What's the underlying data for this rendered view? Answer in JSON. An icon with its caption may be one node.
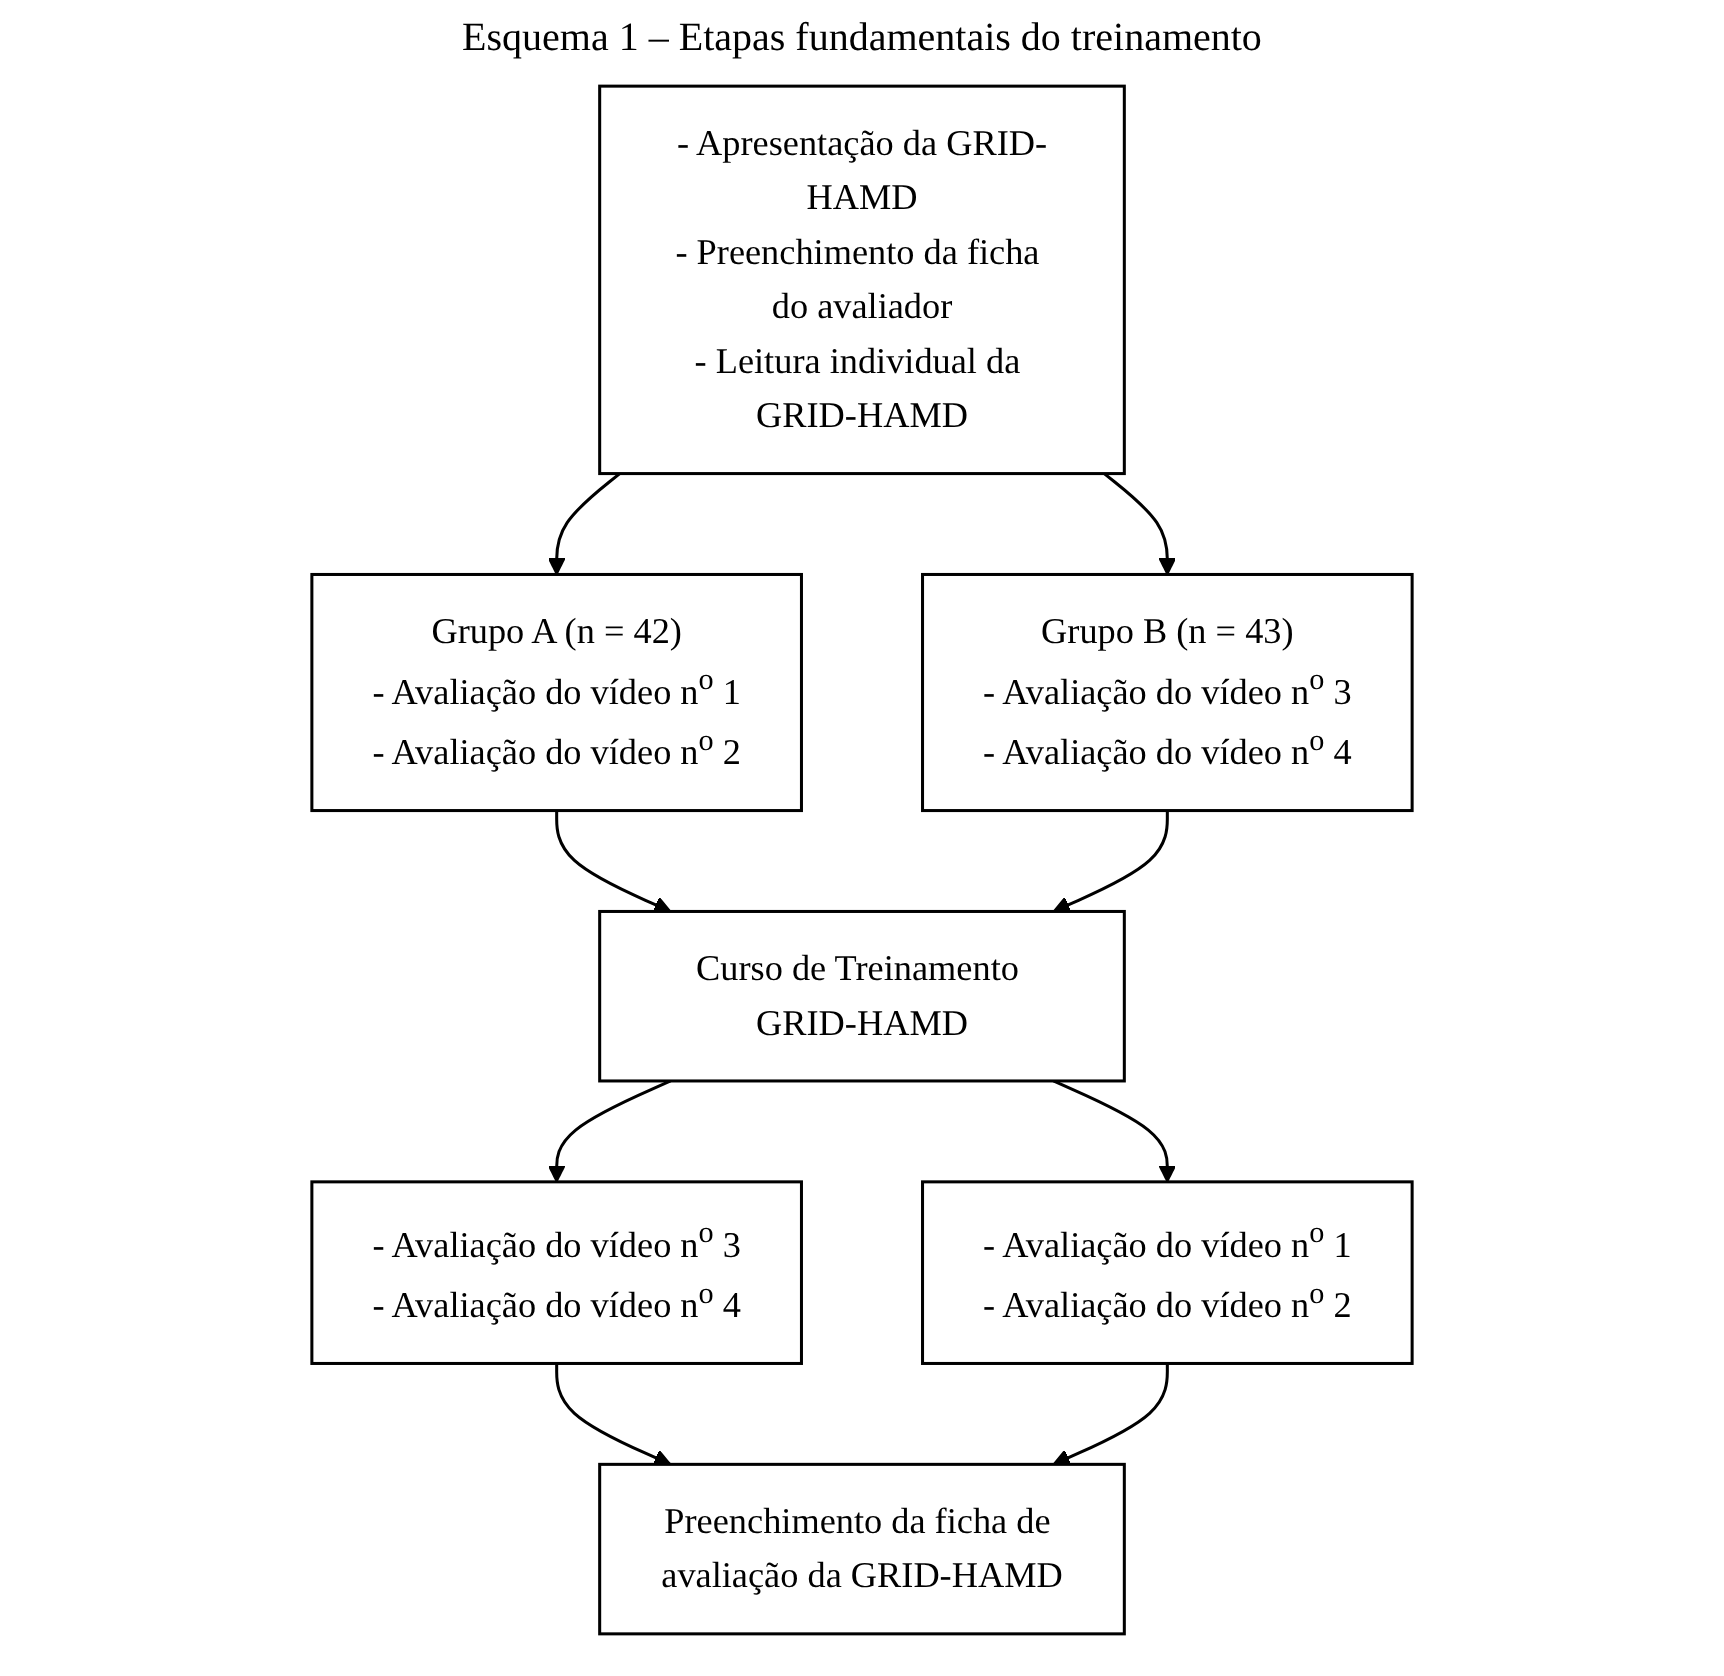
{
  "diagram": {
    "title": "Esquema 1 – Etapas fundamentais do treinamento",
    "nodes": [
      {
        "text": [
          "- Apresentação da GRID-HAMD",
          "- Preenchimento da ficha do avaliador",
          "- Leitura individual da GRID-HAMD"
        ]
      },
      {
        "text": [
          "Grupo A (n = 42)",
          "- Avaliação do vídeo n$^{o}$ 1",
          "- Avaliação do vídeo n$^{o}$ 2"
        ]
      },
      {
        "text": [
          "Grupo B (n = 43)",
          "- Avaliação do vídeo n$^{o}$ 3",
          "- Avaliação do vídeo n$^{o}$ 4"
        ]
      },
      {
        "text": [
          "Curso de Treinamento GRID-HAMD"
        ]
      },
      {
        "text": [
          "- Avaliação do vídeo n$^{o}$ 3",
          "- Avaliação do vídeo n$^{o}$ 4"
        ]
      },
      {
        "text": [
          "- Avaliação do vídeo n$^{o}$ 1",
          "- Avaliação do vídeo n$^{o}$ 2"
        ]
      },
      {
        "text": [
          "Preenchimento da ficha de avaliação da GRID-HAMD"
        ]
      }
    ],
    "edges": [
      {
        "from": 0,
        "to": 1,
        "arrow": "to"
      },
      {
        "from": 0,
        "to": 2,
        "arrow": "to"
      },
      {
        "from": 1,
        "to": 3,
        "arrow": "to"
      },
      {
        "from": 2,
        "to": 3,
        "arrow": "to"
      },
      {
        "from": 3,
        "to": 4,
        "arrow": "to"
      },
      {
        "from": 3,
        "to": 5,
        "arrow": "to"
      },
      {
        "from": 4,
        "to": 6,
        "arrow": "to"
      },
      {
        "from": 5,
        "to": 6,
        "arrow": "to"
      }
    ]
  }
}
